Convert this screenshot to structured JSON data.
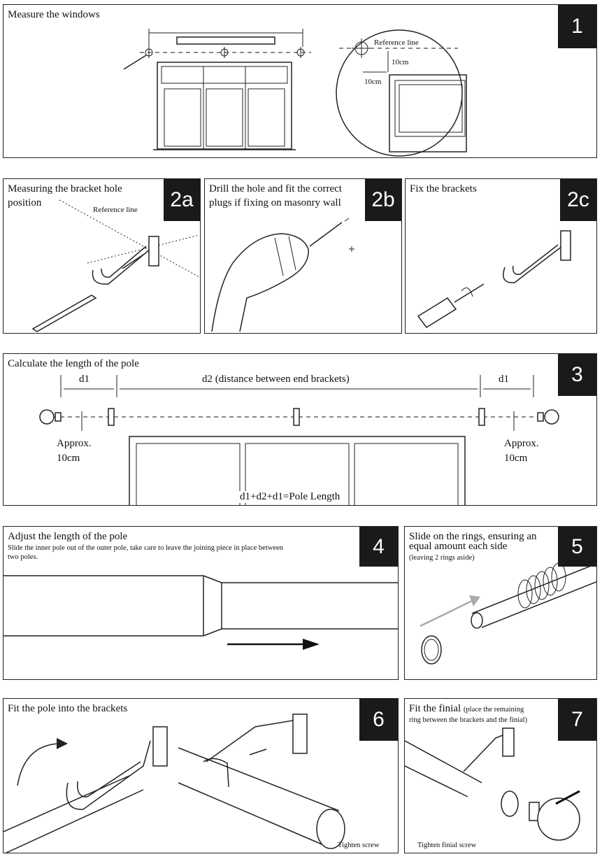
{
  "steps": {
    "s1": {
      "num": "1",
      "title": "Measure the windows",
      "ref_label": "Reference line",
      "dim_v": "10cm",
      "dim_h": "10cm"
    },
    "s2a": {
      "num": "2a",
      "title_l1": "Measuring the bracket hole",
      "title_l2": "position",
      "ref_label": "Reference line"
    },
    "s2b": {
      "num": "2b",
      "title_l1": "Drill the hole and fit the correct",
      "title_l2": "plugs if fixing on masonry wall"
    },
    "s2c": {
      "num": "2c",
      "title": "Fix the brackets"
    },
    "s3": {
      "num": "3",
      "title": "Calculate the length of the pole",
      "d1": "d1",
      "d2": "d2 (distance between end brackets)",
      "approx": "Approx.",
      "approx_val": "10cm",
      "formula": "d1+d2+d1=Pole Length"
    },
    "s4": {
      "num": "4",
      "title": "Adjust the length of the pole",
      "desc_l1": "Slide the inner pole out of the outer pole, take care to leave the joining piece in place between",
      "desc_l2": "two poles."
    },
    "s5": {
      "num": "5",
      "title_l1": "Slide on the rings, ensuring an",
      "title_l2": "equal amount each side",
      "note": "(leaving 2 rings aside)"
    },
    "s6": {
      "num": "6",
      "title": "Fit the pole into the brackets",
      "caption": "Tighten screw"
    },
    "s7": {
      "num": "7",
      "title": "Fit the finial",
      "note_l1": "(place the remaining",
      "note_l2": "ring between the brackets and the finial)",
      "caption": "Tighten finial screw"
    }
  }
}
